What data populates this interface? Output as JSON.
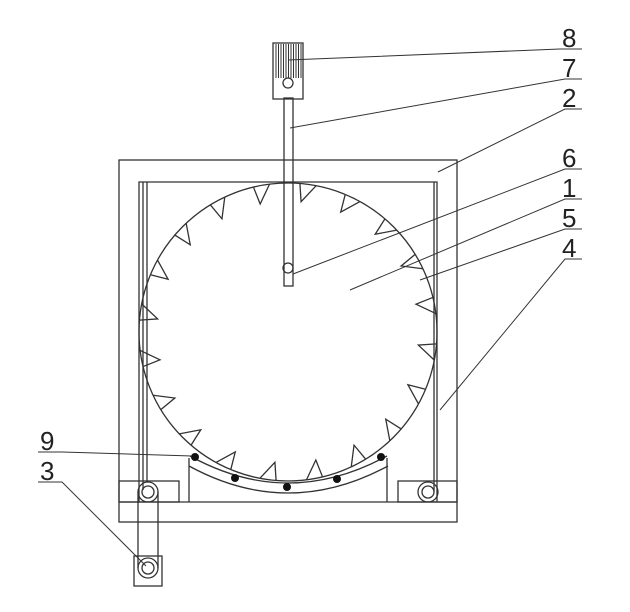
{
  "figure": {
    "labels": [
      {
        "id": "8",
        "text": "8"
      },
      {
        "id": "7",
        "text": "7"
      },
      {
        "id": "2",
        "text": "2"
      },
      {
        "id": "6",
        "text": "6"
      },
      {
        "id": "1",
        "text": "1"
      },
      {
        "id": "5",
        "text": "5"
      },
      {
        "id": "4",
        "text": "4"
      },
      {
        "id": "9",
        "text": "9"
      },
      {
        "id": "3",
        "text": "3"
      }
    ],
    "tooth_count": 20,
    "ball_count": 5
  }
}
